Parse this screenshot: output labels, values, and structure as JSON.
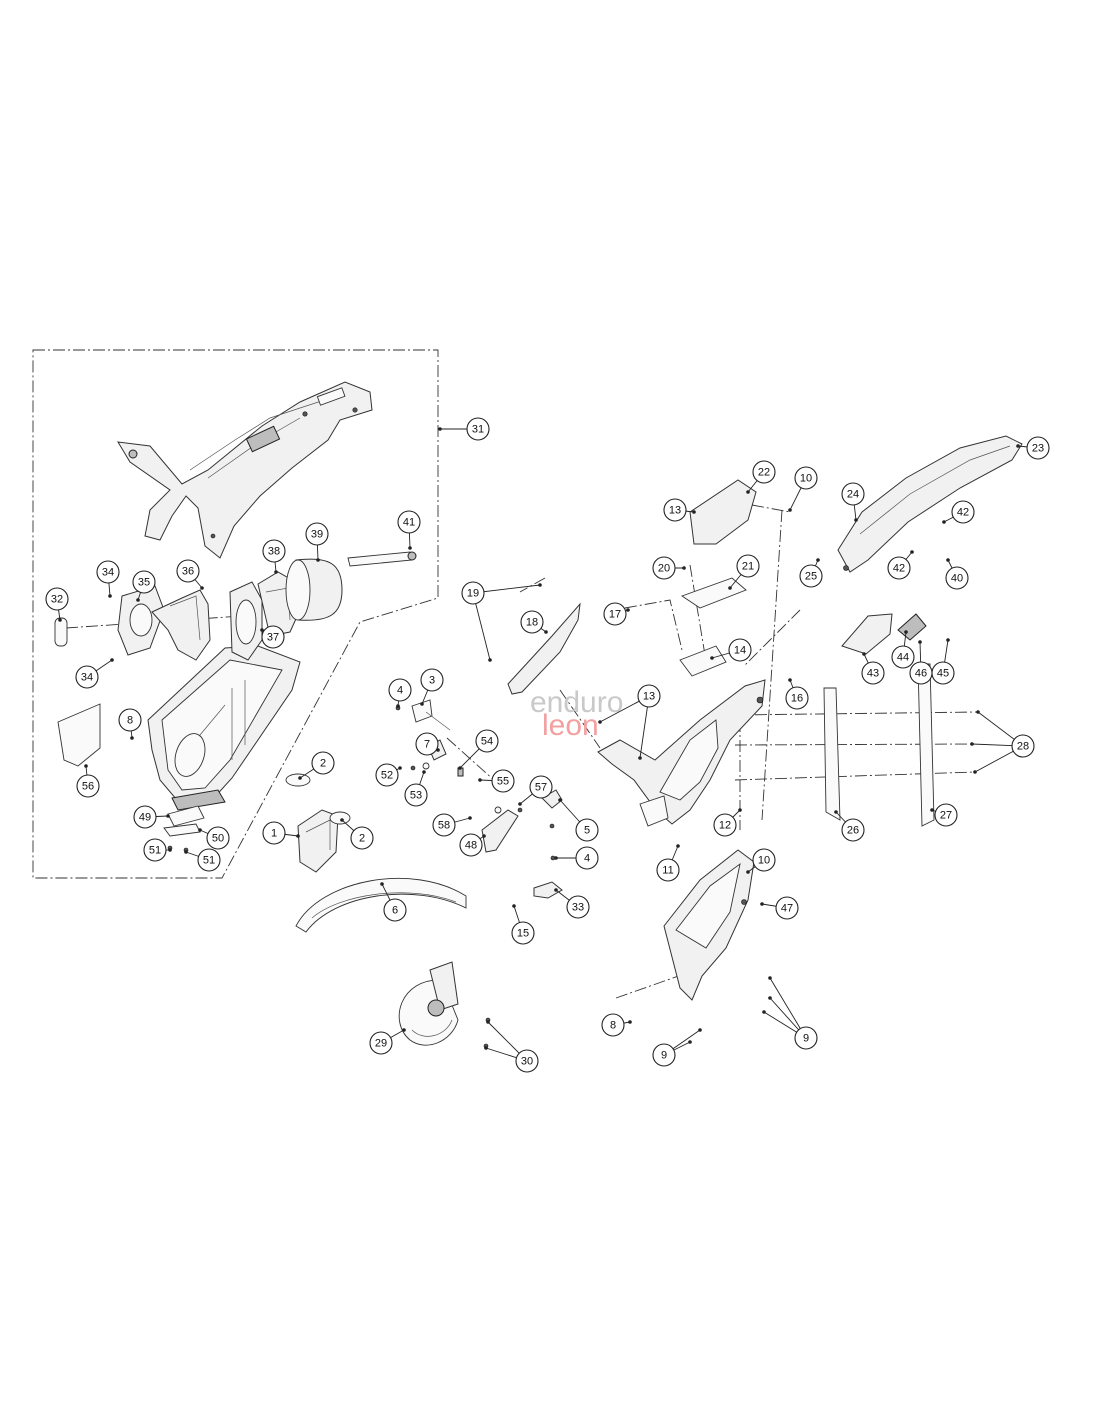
{
  "watermark": {
    "line1": "enduro",
    "line2": "leon"
  },
  "callouts": [
    "1",
    "2",
    "3",
    "4",
    "5",
    "6",
    "7",
    "8",
    "9",
    "10",
    "11",
    "12",
    "13",
    "14",
    "15",
    "16",
    "17",
    "18",
    "19",
    "20",
    "21",
    "22",
    "23",
    "24",
    "25",
    "26",
    "27",
    "28",
    "29",
    "30",
    "31",
    "32",
    "33",
    "34",
    "35",
    "36",
    "37",
    "38",
    "39",
    "40",
    "41",
    "42",
    "43",
    "44",
    "45",
    "46",
    "47",
    "48",
    "49",
    "50",
    "51",
    "52",
    "53",
    "54",
    "55",
    "56",
    "57",
    "58"
  ]
}
